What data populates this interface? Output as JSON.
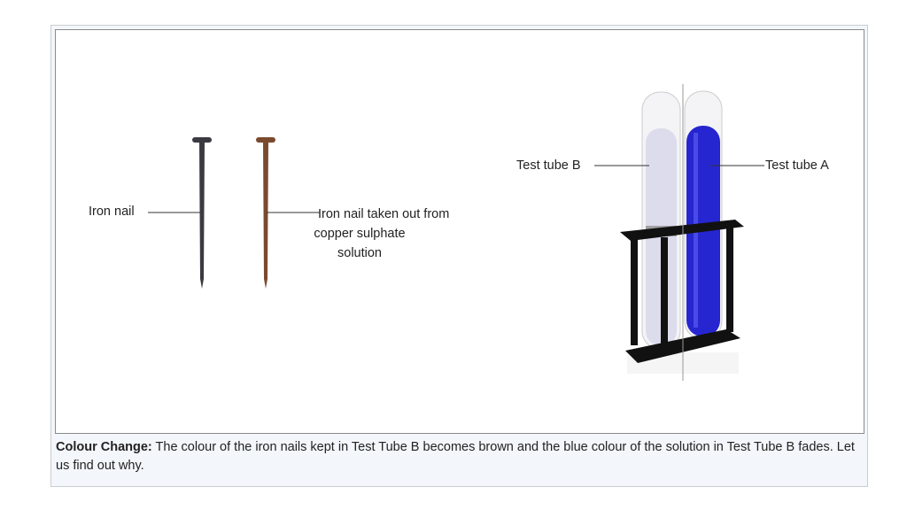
{
  "figure": {
    "labels": {
      "iron_nail": "Iron nail",
      "iron_nail_copper": [
        "Iron nail taken out from",
        "copper sulphate",
        "solution"
      ],
      "test_tube_b": "Test tube B",
      "test_tube_a": "Test tube A"
    },
    "colors": {
      "iron": "#3a3a40",
      "rusted": "#7a4a2e",
      "blue_solution": "#2626d0",
      "faded_solution": "#dcdcec"
    }
  },
  "caption": {
    "bold": "Colour Change:",
    "text": " The colour of the iron nails kept in Test Tube B becomes brown and the blue colour of the solution in Test Tube B fades. Let us find out why."
  }
}
